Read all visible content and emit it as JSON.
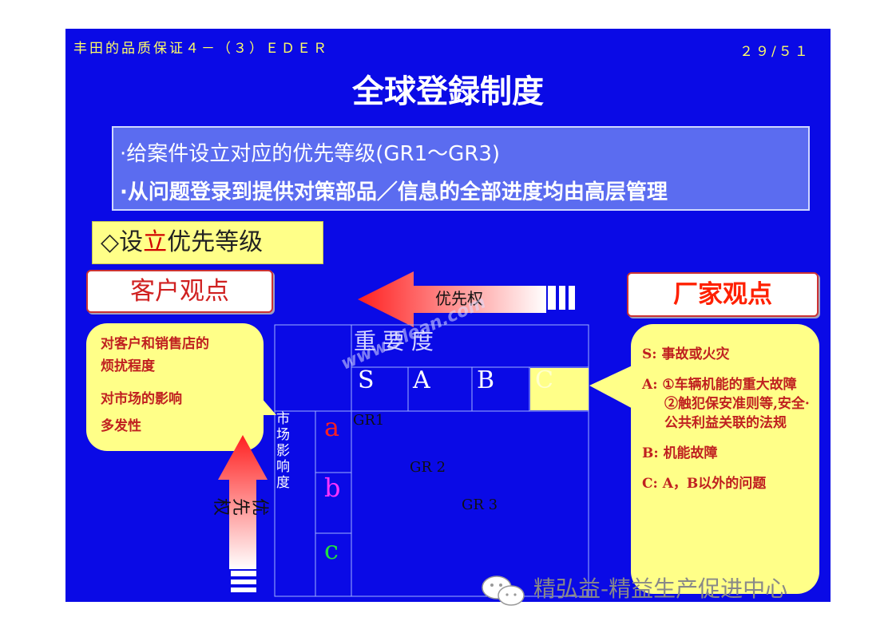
{
  "header": {
    "subtitle": "丰田的品质保证４－（３）ＥＤＥＲ",
    "page": "２９/５１",
    "title": "全球登録制度"
  },
  "info": {
    "line1": "·给案件设立对应的优先等级(GR1～GR3)",
    "line2": "·从问题登录到提供对策部品／信息的全部进度均由高层管理"
  },
  "section_label": {
    "prefix": "◇设",
    "mid": "立",
    "rest": "优先等级"
  },
  "perspectives": {
    "customer": "客户观点",
    "manufacturer": "厂家观点"
  },
  "arrows": {
    "horizontal": "优先权",
    "vertical": "优先权"
  },
  "matrix": {
    "importance_header": "重要度",
    "columns": [
      "S",
      "A",
      "B",
      "C"
    ],
    "market_label": "市场影响度",
    "rows": [
      "a",
      "b",
      "c"
    ],
    "row_colors": [
      "#ff2020",
      "#ff33ff",
      "#20e040"
    ],
    "grades": [
      "GR1",
      "GR 2",
      "GR 3"
    ]
  },
  "left_bubble": [
    "对客户和销售店的",
    "烦扰程度",
    "对市场的影响",
    "多发性"
  ],
  "right_bubble": {
    "s": "S: 事故或火灾",
    "a1": "A: ①车辆机能的重大故障",
    "a2": "②触犯保安准则等,安全·公共利益关联的法规",
    "b": "B: 机能故障",
    "c": "C: A，B以外的问题"
  },
  "watermark": "www.3lean.com",
  "wechat": "精弘益-精益生产促进中心",
  "colors": {
    "slide_bg": "#0a0ae6",
    "info_bg": "#5b6cf0",
    "bubble": "#ffff88",
    "accent_red": "#d02020"
  }
}
